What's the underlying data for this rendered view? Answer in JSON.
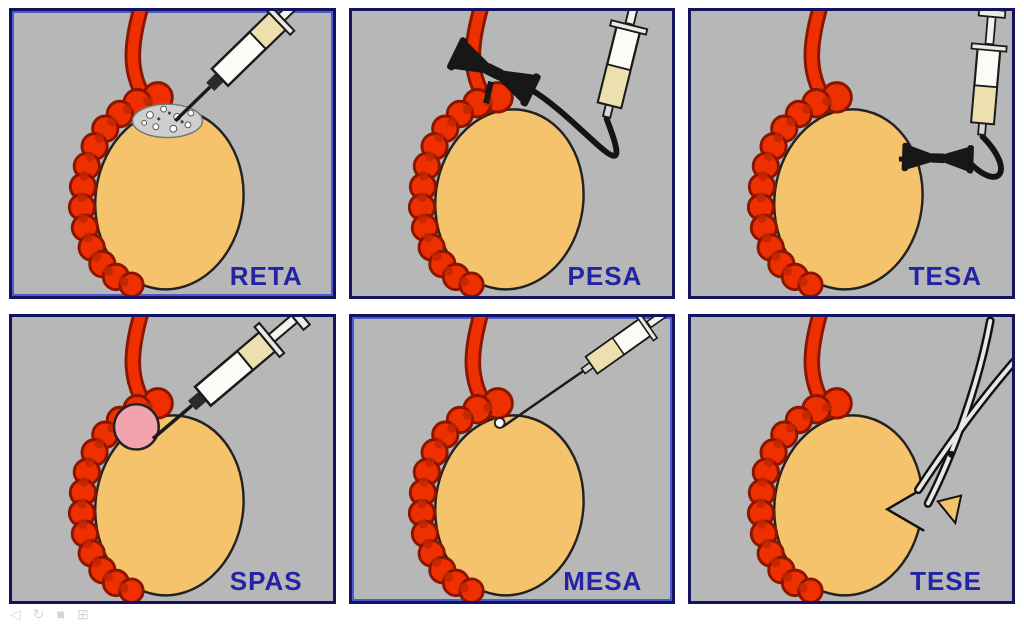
{
  "panels": [
    {
      "id": "reta",
      "label": "RETA"
    },
    {
      "id": "pesa",
      "label": "PESA"
    },
    {
      "id": "tesa",
      "label": "TESA"
    },
    {
      "id": "spas",
      "label": "SPAS"
    },
    {
      "id": "mesa",
      "label": "MESA"
    },
    {
      "id": "tese",
      "label": "TESE"
    }
  ],
  "colors": {
    "panel_background": "#b7b7b7",
    "border": "#13135e",
    "label": "#2323a6",
    "testis": "#f6c36d",
    "epididymis": "#ee2f00",
    "epididymis_outline": "#8a1500",
    "epididymis_texture": "#c22600",
    "cyst_pink": "#f2a3ad",
    "instrument_black": "#171717",
    "syringe_fluid": "#ece0ae",
    "syringe_body": "#fcfcf6"
  },
  "footer": {
    "icons": [
      {
        "name": "back",
        "glyph": "◁"
      },
      {
        "name": "refresh",
        "glyph": "↻"
      },
      {
        "name": "stop",
        "glyph": "■"
      },
      {
        "name": "grid",
        "glyph": "⊞"
      }
    ]
  }
}
